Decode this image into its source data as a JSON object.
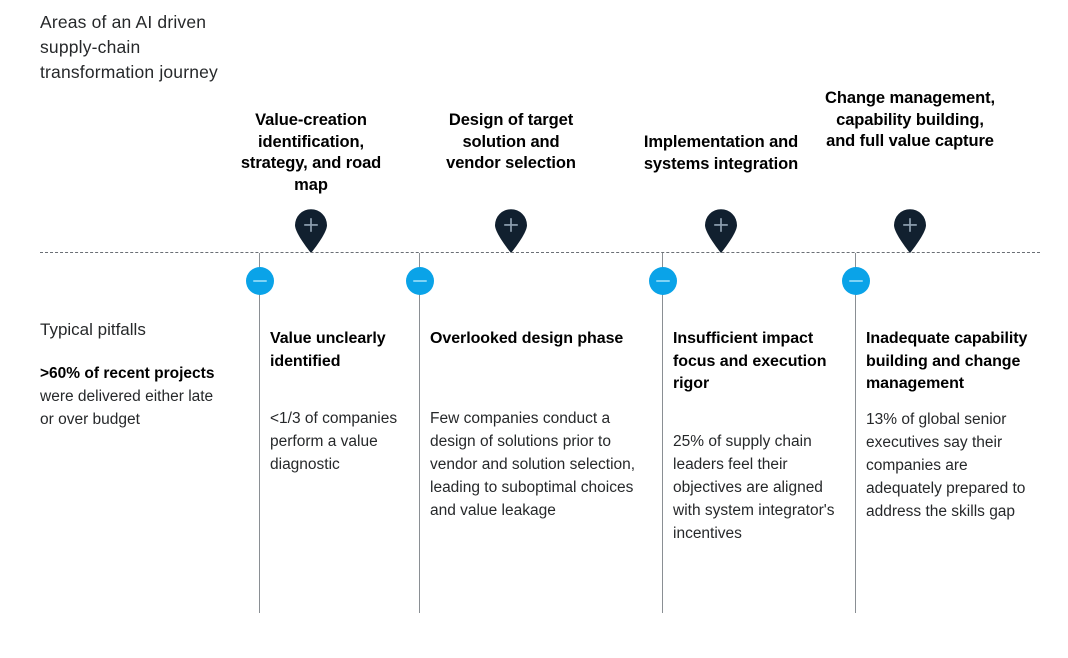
{
  "title": "Areas of an AI driven supply-chain transformation journey",
  "colors": {
    "pin": "#11202f",
    "accent_blue": "#0aa3e8",
    "rule_gray": "#8a8f94",
    "dashed_gray": "#6a6f75",
    "text": "#26282a"
  },
  "stages": [
    {
      "id": "value-creation",
      "header": "Value-creation identification, strategy, and road map",
      "marker_icon": "plus-pin-icon"
    },
    {
      "id": "design-target-solution",
      "header": "Design of target solution and vendor selection",
      "marker_icon": "plus-pin-icon"
    },
    {
      "id": "implementation-systems-integration",
      "header": "Implementation and systems integration",
      "marker_icon": "plus-pin-icon"
    },
    {
      "id": "change-management",
      "header": "Change management, capability building, and full value capture",
      "marker_icon": "plus-pin-icon"
    }
  ],
  "pitfalls_label": {
    "lead": "Typical pitfalls",
    "stat_bold": ">60% of recent projects",
    "stat_rest": " were delivered either late or over budget"
  },
  "pitfalls": [
    {
      "id": "value-unclearly-identified",
      "heading": "Value unclearly identified",
      "body": "<1/3 of companies perform a value diagnostic",
      "marker_icon": "minus-circle-icon"
    },
    {
      "id": "overlooked-design-phase",
      "heading": "Overlooked design phase",
      "body": "Few companies conduct a design of solutions prior to vendor and solution selection, leading to suboptimal choices and value leakage",
      "marker_icon": "minus-circle-icon"
    },
    {
      "id": "insufficient-impact-focus",
      "heading": "Insufficient impact focus and execution rigor",
      "body": "25% of supply chain leaders feel their objectives are aligned with system integrator's incentives",
      "marker_icon": "minus-circle-icon"
    },
    {
      "id": "inadequate-capability-building",
      "heading": "Inadequate capability building and change management",
      "body": "13% of global senior executives say their companies are adequately prepared to address the skills gap",
      "marker_icon": "minus-circle-icon"
    }
  ]
}
